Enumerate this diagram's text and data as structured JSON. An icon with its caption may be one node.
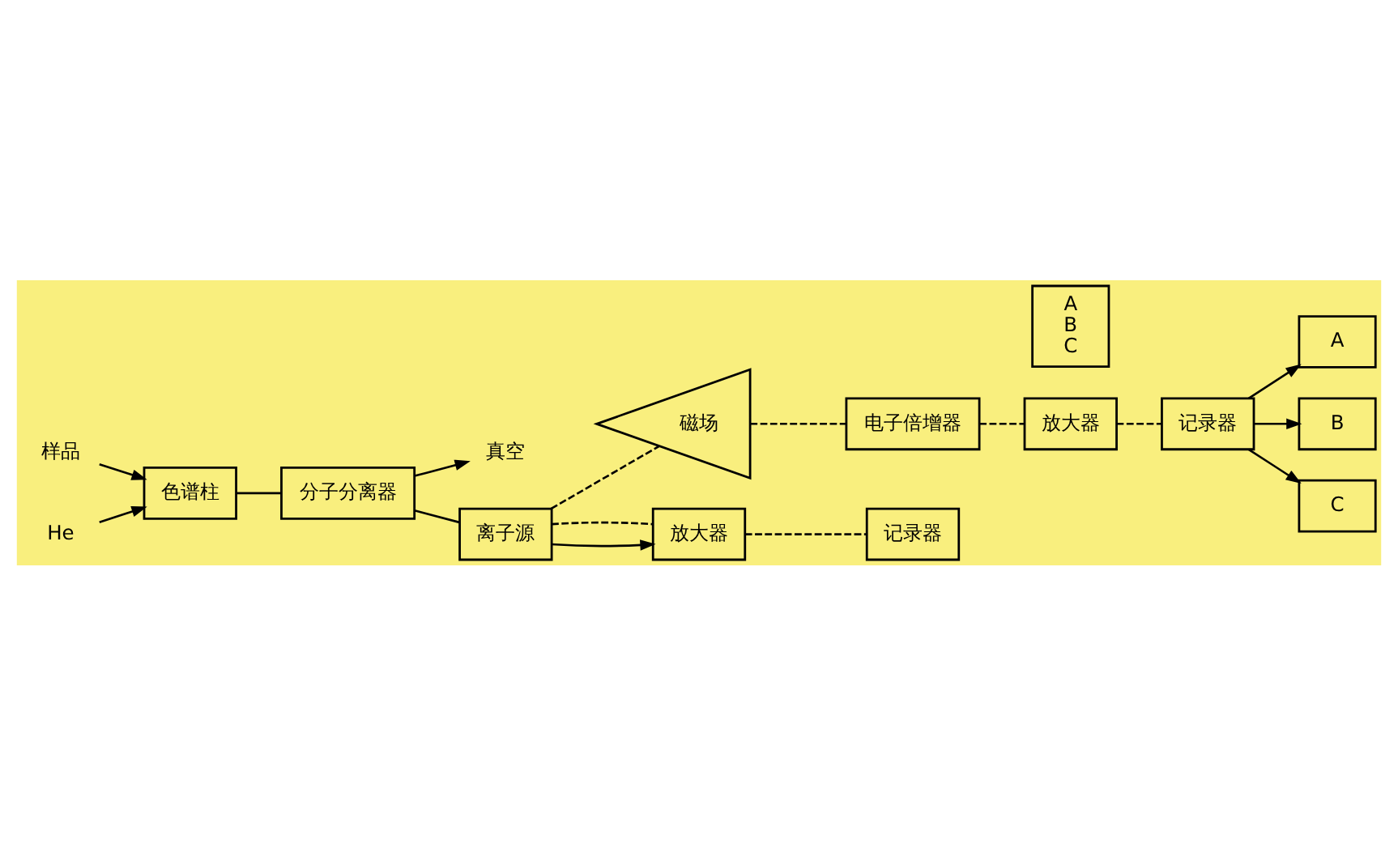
{
  "diagram": {
    "nodes": [
      {
        "text": [
          "样品"
        ]
      },
      {
        "text": [
          "He"
        ]
      },
      {
        "text": [
          "色谱柱"
        ]
      },
      {
        "text": [
          "分子分离器"
        ]
      },
      {
        "text": [
          "真空"
        ]
      },
      {
        "text": [
          "离子源"
        ]
      },
      {
        "text": [
          "磁场"
        ]
      },
      {
        "text": [
          "电子倍增器"
        ]
      },
      {
        "text": [
          "放大器"
        ]
      },
      {
        "text": [
          "记录器"
        ]
      },
      {
        "text": [
          "A",
          "B",
          "C"
        ]
      },
      {
        "text": [
          "放大器"
        ]
      },
      {
        "text": [
          "记录器"
        ]
      },
      {
        "text": [
          "A"
        ]
      },
      {
        "text": [
          "B"
        ]
      },
      {
        "text": [
          "C"
        ]
      }
    ],
    "edges": [
      {
        "from": 0,
        "to": 2,
        "arrow": "to"
      },
      {
        "from": 1,
        "to": 2,
        "arrow": "to"
      },
      {
        "from": 2,
        "to": 3,
        "arrow": "none"
      },
      {
        "from": 3,
        "to": 4,
        "arrow": "to"
      },
      {
        "from": 3,
        "to": 5,
        "arrow": "none"
      },
      {
        "from": 5,
        "to": 8,
        "arrow": "to"
      },
      {
        "from": 5,
        "to": 8,
        "arrow": "none",
        "style": "dashed"
      },
      {
        "from": 8,
        "to": 9,
        "arrow": "none",
        "style": "dashed"
      },
      {
        "from": 5,
        "to": 6,
        "arrow": "none",
        "style": "dashed"
      },
      {
        "from": 6,
        "to": 7,
        "arrow": "none",
        "style": "dashed"
      },
      {
        "from": 7,
        "to": 11,
        "arrow": "none",
        "style": "dashed"
      },
      {
        "from": 11,
        "to": 12,
        "arrow": "none",
        "style": "dashed"
      },
      {
        "from": 12,
        "to": 13,
        "arrow": "to"
      },
      {
        "from": 12,
        "to": 14,
        "arrow": "to"
      },
      {
        "from": 12,
        "to": 15,
        "arrow": "to"
      }
    ]
  }
}
